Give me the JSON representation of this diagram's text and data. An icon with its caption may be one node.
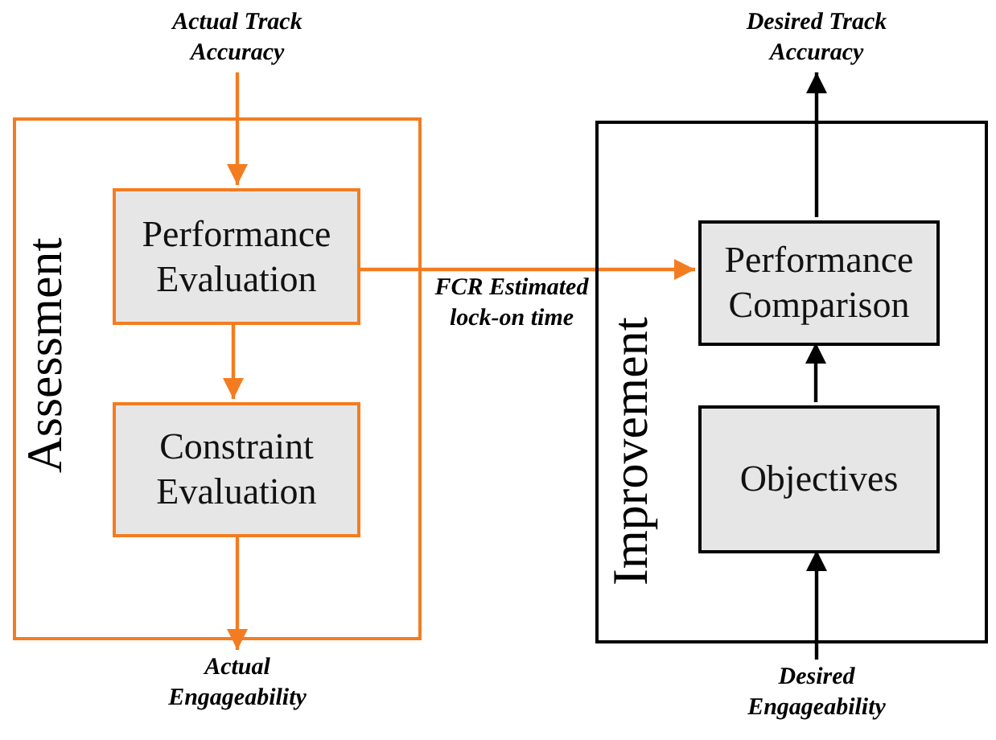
{
  "diagram": {
    "nodes": [
      {
        "text": [
          "Assessment"
        ]
      },
      {
        "text": [
          "Performance Evaluation"
        ],
        "in": 0
      },
      {
        "text": [
          "Constraint Evaluation"
        ],
        "in": 0
      },
      {
        "text": [
          "Improvement"
        ]
      },
      {
        "text": [
          "Performance Comparison"
        ],
        "in": 3
      },
      {
        "text": [
          "Objectives"
        ],
        "in": 3
      },
      {
        "text": [
          "Actual Track Accuracy"
        ]
      },
      {
        "text": [
          "Actual Engageability"
        ]
      },
      {
        "text": [
          "Desired Track Accuracy"
        ]
      },
      {
        "text": [
          "Desired Engageability"
        ]
      }
    ],
    "edges": [
      {
        "from": 6,
        "to": 1,
        "arrow": "to"
      },
      {
        "from": 1,
        "to": 2,
        "arrow": "to"
      },
      {
        "from": 2,
        "to": 7,
        "arrow": "to"
      },
      {
        "from": 1,
        "to": 4,
        "arrow": "to",
        "label": "FCR Estimated lock-on time"
      },
      {
        "from": 5,
        "to": 4,
        "arrow": "to",
        "color": "#000000"
      },
      {
        "from": 4,
        "to": 8,
        "arrow": "to",
        "color": "#000000"
      },
      {
        "from": 9,
        "to": 5,
        "arrow": "to",
        "color": "#000000"
      }
    ]
  }
}
